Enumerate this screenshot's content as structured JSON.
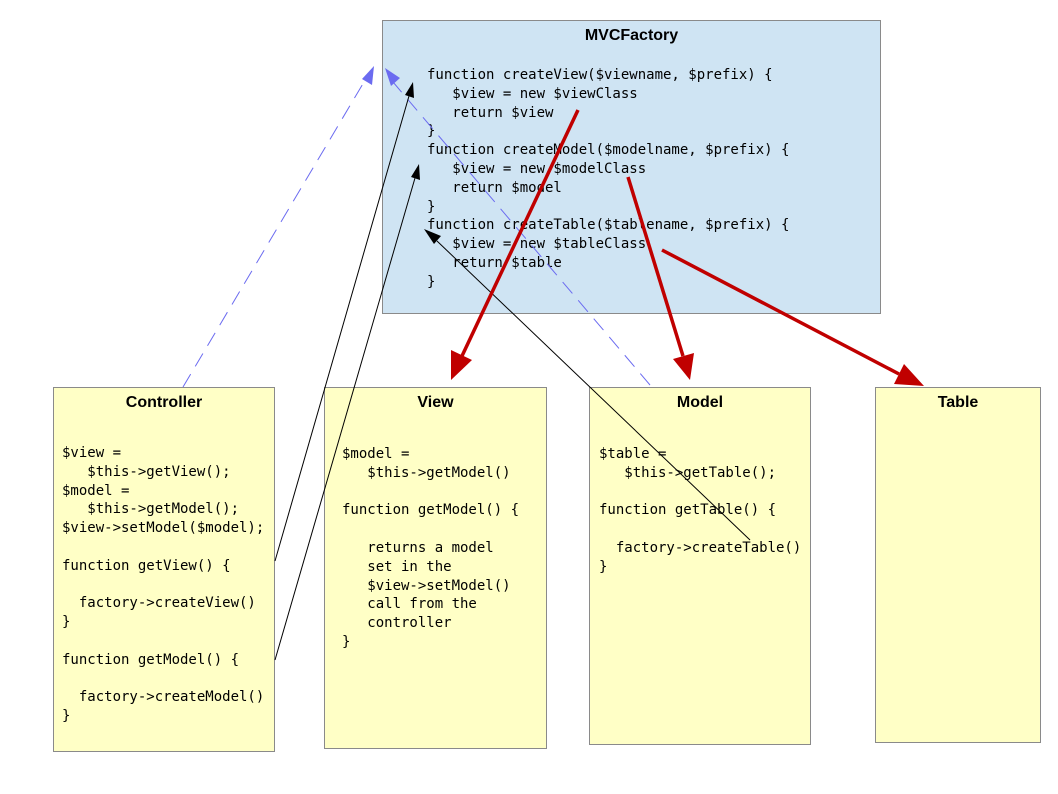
{
  "factory": {
    "title": "MVCFactory",
    "code": "function createView($viewname, $prefix) {\n   $view = new $viewClass\n   return $view\n}\nfunction createModel($modelname, $prefix) {\n   $view = new $modelClass\n   return $model\n}\nfunction createTable($tablename, $prefix) {\n   $view = new $tableClass\n   return $table\n}"
  },
  "controller": {
    "title": "Controller",
    "code": "$view =\n   $this->getView();\n$model =\n   $this->getModel();\n$view->setModel($model);\n\nfunction getView() {\n\n  factory->createView()\n}\n\nfunction getModel() {\n\n  factory->createModel()\n}"
  },
  "view": {
    "title": "View",
    "code": "$model =\n   $this->getModel()\n\nfunction getModel() {\n\n   returns a model\n   set in the\n   $view->setModel()\n   call from the\n   controller\n}"
  },
  "model": {
    "title": "Model",
    "code": "$table =\n   $this->getTable();\n\nfunction getTable() {\n\n  factory->createTable()\n}"
  },
  "table": {
    "title": "Table"
  },
  "colors": {
    "create_arrow": "#c00000",
    "call_arrow": "#000000",
    "inherit_arrow": "#6b6bf0"
  }
}
